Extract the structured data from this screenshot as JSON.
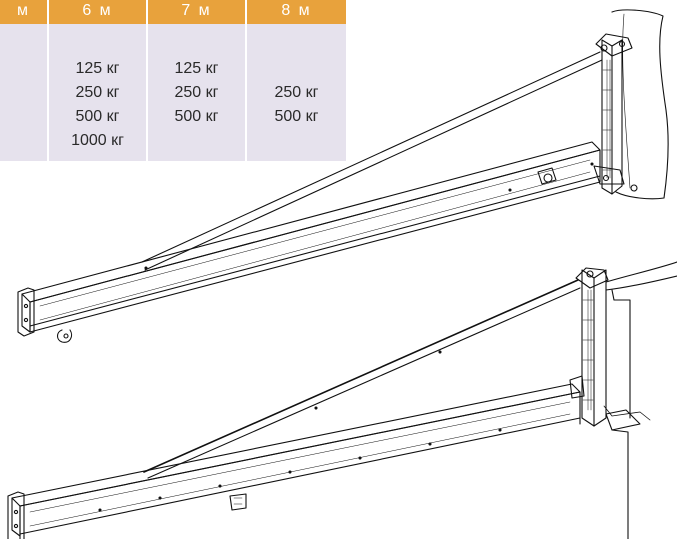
{
  "table": {
    "header_color": "#e8a23c",
    "body_color": "#e6e2ed",
    "columns": [
      {
        "header": "м",
        "values": []
      },
      {
        "header": "6 м",
        "values": [
          "125 кг",
          "250 кг",
          "500 кг",
          "1000 кг"
        ]
      },
      {
        "header": "7 м",
        "values": [
          "125 кг",
          "250 кг",
          "500 кг"
        ]
      },
      {
        "header": "8 м",
        "values": [
          "250 кг",
          "500 кг"
        ]
      }
    ]
  },
  "drawing": {
    "items": [
      "jib-crane-wall-mounted",
      "jib-crane-column-mounted"
    ]
  }
}
